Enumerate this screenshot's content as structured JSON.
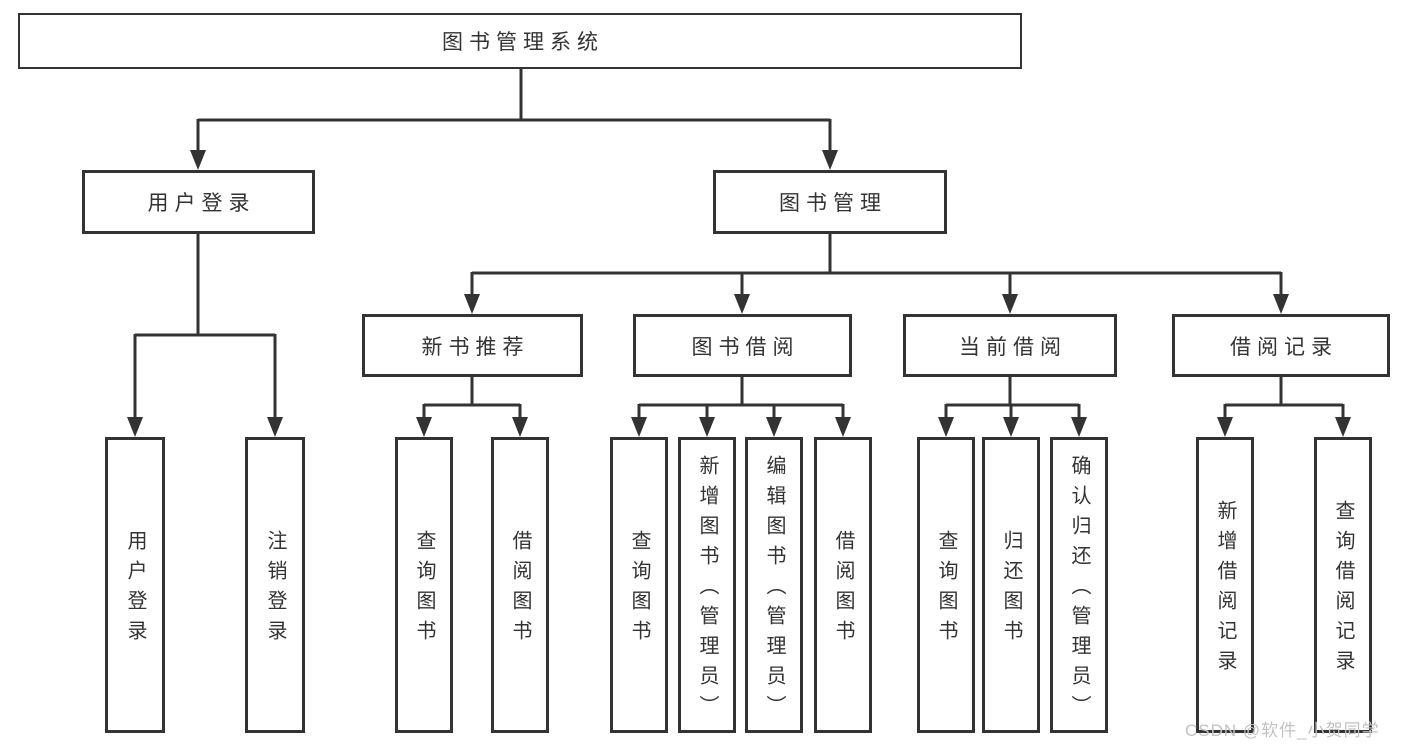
{
  "title": "图书管理系统",
  "colors": {
    "line": "#333333",
    "text": "#333333",
    "box_background": "#ffffff",
    "watermark_text": "#c2c2c2",
    "page_background": "#ffffff"
  },
  "tree": {
    "label": "图书管理系统",
    "children": [
      {
        "label": "用户登录",
        "children": [
          {
            "label": "用户登录"
          },
          {
            "label": "注销登录"
          }
        ]
      },
      {
        "label": "图书管理",
        "children": [
          {
            "label": "新书推荐",
            "children": [
              {
                "label": "查询图书"
              },
              {
                "label": "借阅图书"
              }
            ]
          },
          {
            "label": "图书借阅",
            "children": [
              {
                "label": "查询图书"
              },
              {
                "label": "新增图书（管理员）"
              },
              {
                "label": "编辑图书（管理员）"
              },
              {
                "label": "借阅图书"
              }
            ]
          },
          {
            "label": "当前借阅",
            "children": [
              {
                "label": "查询图书"
              },
              {
                "label": "归还图书"
              },
              {
                "label": "确认归还（管理员）"
              }
            ]
          },
          {
            "label": "借阅记录",
            "children": [
              {
                "label": "新增借阅记录"
              },
              {
                "label": "查询借阅记录"
              }
            ]
          }
        ]
      }
    ]
  },
  "watermark": {
    "text": "CSDN @软件_小贺同学"
  }
}
